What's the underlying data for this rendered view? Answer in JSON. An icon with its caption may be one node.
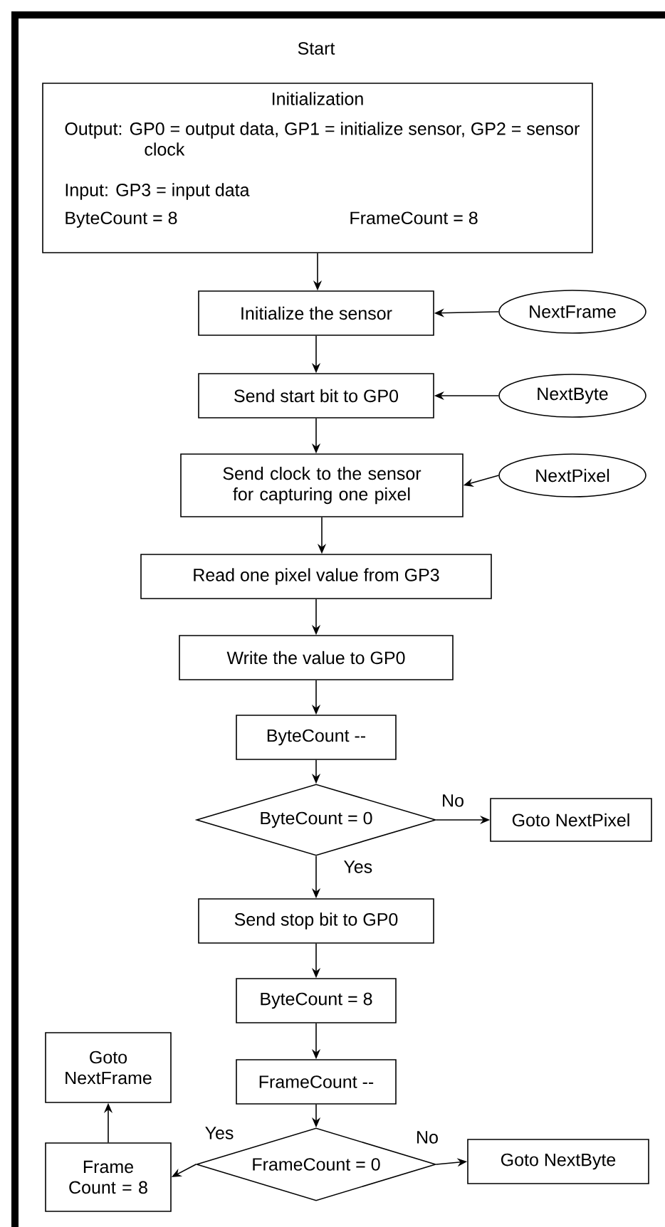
{
  "diagram": {
    "nodes": [
      {
        "text": [
          "Initialization",
          "Output: GP0 = output data, GP1 = initialize sensor, GP2 = sensor clock",
          "Input: GP3 = input data",
          "ByteCount = 8",
          "FrameCount = 8"
        ]
      },
      {
        "text": [
          "Initialize the sensor"
        ]
      },
      {
        "text": [
          "NextFrame"
        ]
      },
      {
        "text": [
          "Send start bit to GP0"
        ]
      },
      {
        "text": [
          "NextByte"
        ]
      },
      {
        "text": [
          "Send clock to the sensor for capturing one pixel"
        ]
      },
      {
        "text": [
          "NextPixel"
        ]
      },
      {
        "text": [
          "Read one pixel value from GP3"
        ]
      },
      {
        "text": [
          "Write the value to GP0"
        ]
      },
      {
        "text": [
          "ByteCount --"
        ]
      },
      {
        "text": [
          "ByteCount = 0"
        ]
      },
      {
        "text": [
          "Goto NextPixel"
        ]
      },
      {
        "text": [
          "Send stop bit to GP0"
        ]
      },
      {
        "text": [
          "ByteCount = 8"
        ]
      },
      {
        "text": [
          "FrameCount --"
        ]
      },
      {
        "text": [
          "FrameCount = 0"
        ]
      },
      {
        "text": [
          "Goto NextByte"
        ]
      },
      {
        "text": [
          "Frame Count = 8"
        ]
      },
      {
        "text": [
          "Goto NextFrame"
        ]
      }
    ],
    "edges": [
      {
        "from": 0,
        "to": 1,
        "arrow": "to"
      },
      {
        "from": 2,
        "to": 1,
        "arrow": "to"
      },
      {
        "from": 1,
        "to": 3,
        "arrow": "to"
      },
      {
        "from": 4,
        "to": 3,
        "arrow": "to"
      },
      {
        "from": 3,
        "to": 5,
        "arrow": "to"
      },
      {
        "from": 6,
        "to": 5,
        "arrow": "to"
      },
      {
        "from": 5,
        "to": 7,
        "arrow": "to"
      },
      {
        "from": 7,
        "to": 8,
        "arrow": "to"
      },
      {
        "from": 8,
        "to": 9,
        "arrow": "to"
      },
      {
        "from": 9,
        "to": 10,
        "arrow": "to"
      },
      {
        "from": 10,
        "to": 11,
        "arrow": "to",
        "label": "No"
      },
      {
        "from": 10,
        "to": 12,
        "arrow": "to",
        "label": "Yes"
      },
      {
        "from": 12,
        "to": 13,
        "arrow": "to"
      },
      {
        "from": 13,
        "to": 14,
        "arrow": "to"
      },
      {
        "from": 14,
        "to": 15,
        "arrow": "to"
      },
      {
        "from": 15,
        "to": 16,
        "arrow": "to",
        "label": "No"
      },
      {
        "from": 15,
        "to": 17,
        "arrow": "to",
        "label": "Yes"
      },
      {
        "from": 17,
        "to": 18,
        "arrow": "to"
      }
    ],
    "labels": [
      "Start"
    ]
  }
}
